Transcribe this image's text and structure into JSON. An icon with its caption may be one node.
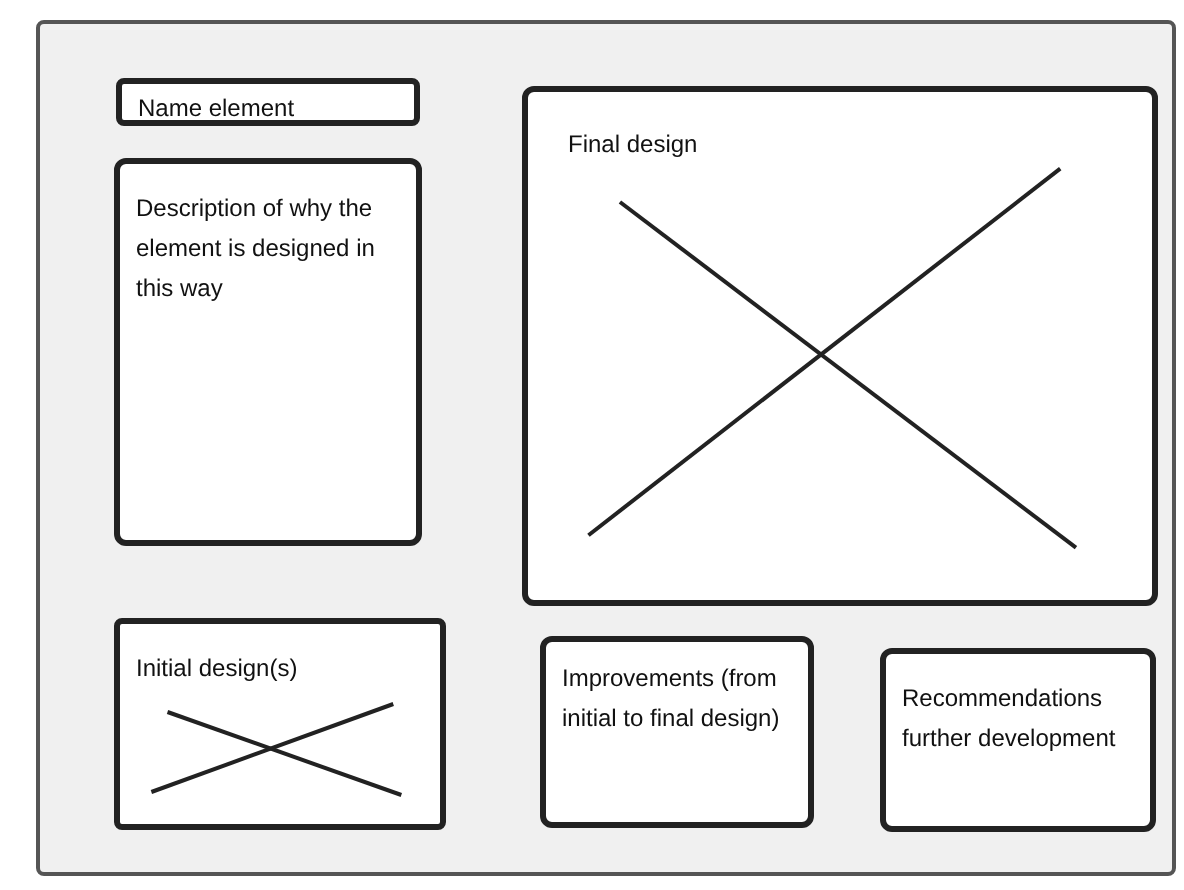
{
  "diagram": {
    "nodes": [
      {
        "text": [],
        "shape": "box"
      },
      {
        "text": [
          "Name element"
        ],
        "in": 0
      },
      {
        "text": [
          "Description of why the element is designed in this way"
        ],
        "in": 0
      },
      {
        "text": [
          "Final design"
        ],
        "in": 0
      },
      {
        "text": [
          "Initial design(s)"
        ],
        "in": 0
      },
      {
        "text": [
          "Improvements (from initial to final design)"
        ],
        "in": 0
      },
      {
        "text": [
          "Recommendations further development"
        ],
        "in": 0
      }
    ]
  }
}
